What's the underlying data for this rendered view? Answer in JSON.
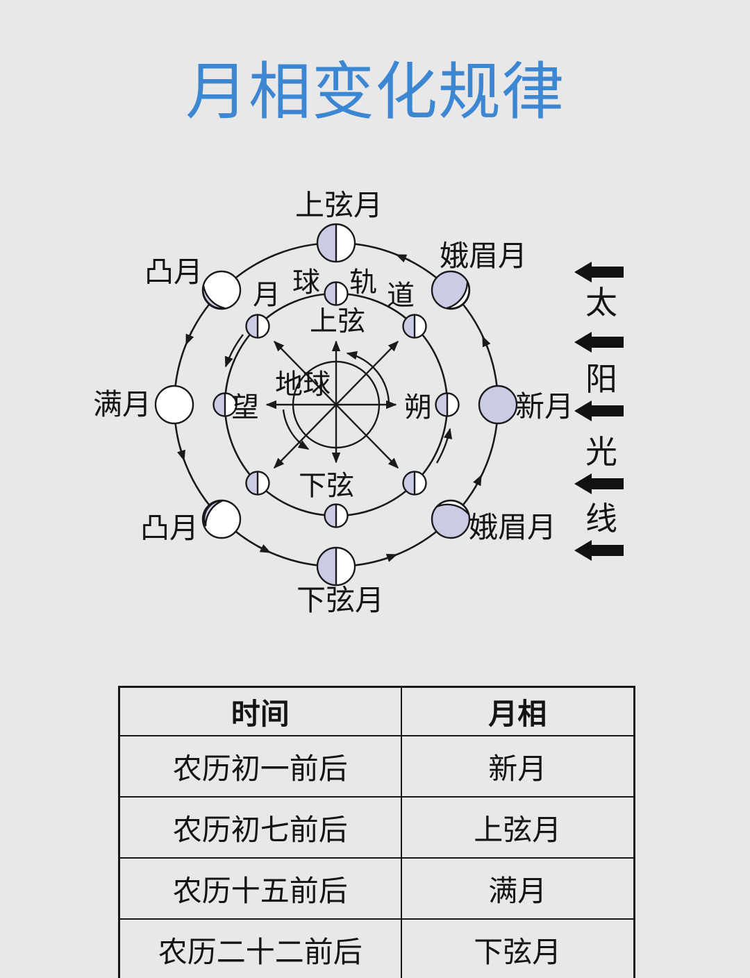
{
  "title": "月相变化规律",
  "colors": {
    "background": "#e8e8e9",
    "title_blue": "#3c86d2",
    "moon_shade": "#cacce4",
    "line": "#1a1a1c"
  },
  "diagram": {
    "orbit_chars": [
      "月",
      "球",
      "轨",
      "道"
    ],
    "earth_label": "地球",
    "inner_labels": {
      "top": "上弦",
      "right": "朔",
      "bottom": "下弦",
      "left": "望"
    },
    "outer_labels": {
      "top": "上弦月",
      "top_right": "娥眉月",
      "right": "新月",
      "bottom_right": "娥眉月",
      "bottom": "下弦月",
      "bottom_left": "凸月",
      "left": "满月",
      "top_left": "凸月"
    },
    "sunlight_chars": [
      "太",
      "阳",
      "光",
      "线"
    ]
  },
  "table": {
    "headers": [
      "时间",
      "月相"
    ],
    "rows": [
      [
        "农历初一前后",
        "新月"
      ],
      [
        "农历初七前后",
        "上弦月"
      ],
      [
        "农历十五前后",
        "满月"
      ],
      [
        "农历二十二前后",
        "下弦月"
      ]
    ]
  }
}
